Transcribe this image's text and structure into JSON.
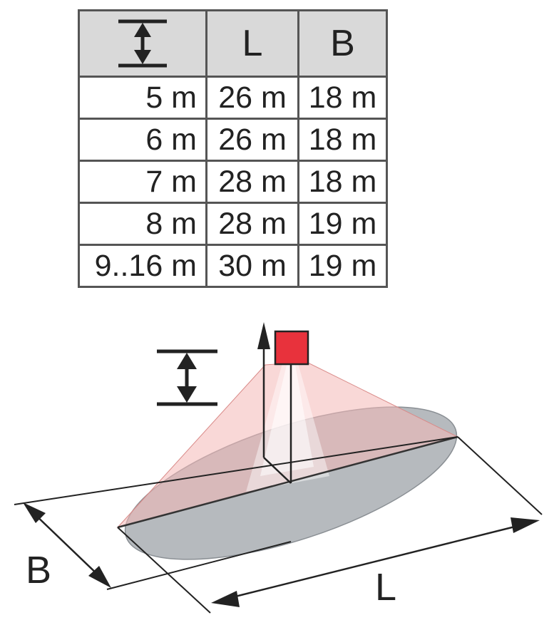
{
  "table": {
    "header": {
      "height_icon": "height-arrows-icon",
      "length_label": "L",
      "width_label": "B"
    },
    "rows": [
      {
        "height": "5 m",
        "length": "26 m",
        "width": "18 m"
      },
      {
        "height": "6 m",
        "length": "26 m",
        "width": "18 m"
      },
      {
        "height": "7 m",
        "length": "28 m",
        "width": "18 m"
      },
      {
        "height": "8 m",
        "length": "28 m",
        "width": "19 m"
      },
      {
        "height": "9..16 m",
        "length": "30 m",
        "width": "19 m"
      }
    ]
  },
  "diagram": {
    "width_label": "B",
    "length_label": "L",
    "height_icon": "height-arrows-icon",
    "sensor_icon": "sensor-square-icon",
    "colors": {
      "sensor": "#e8323c",
      "cone": "#f4b8b6",
      "ellipse": "#9ea3a8",
      "table_header": "#d9d9d9"
    }
  }
}
